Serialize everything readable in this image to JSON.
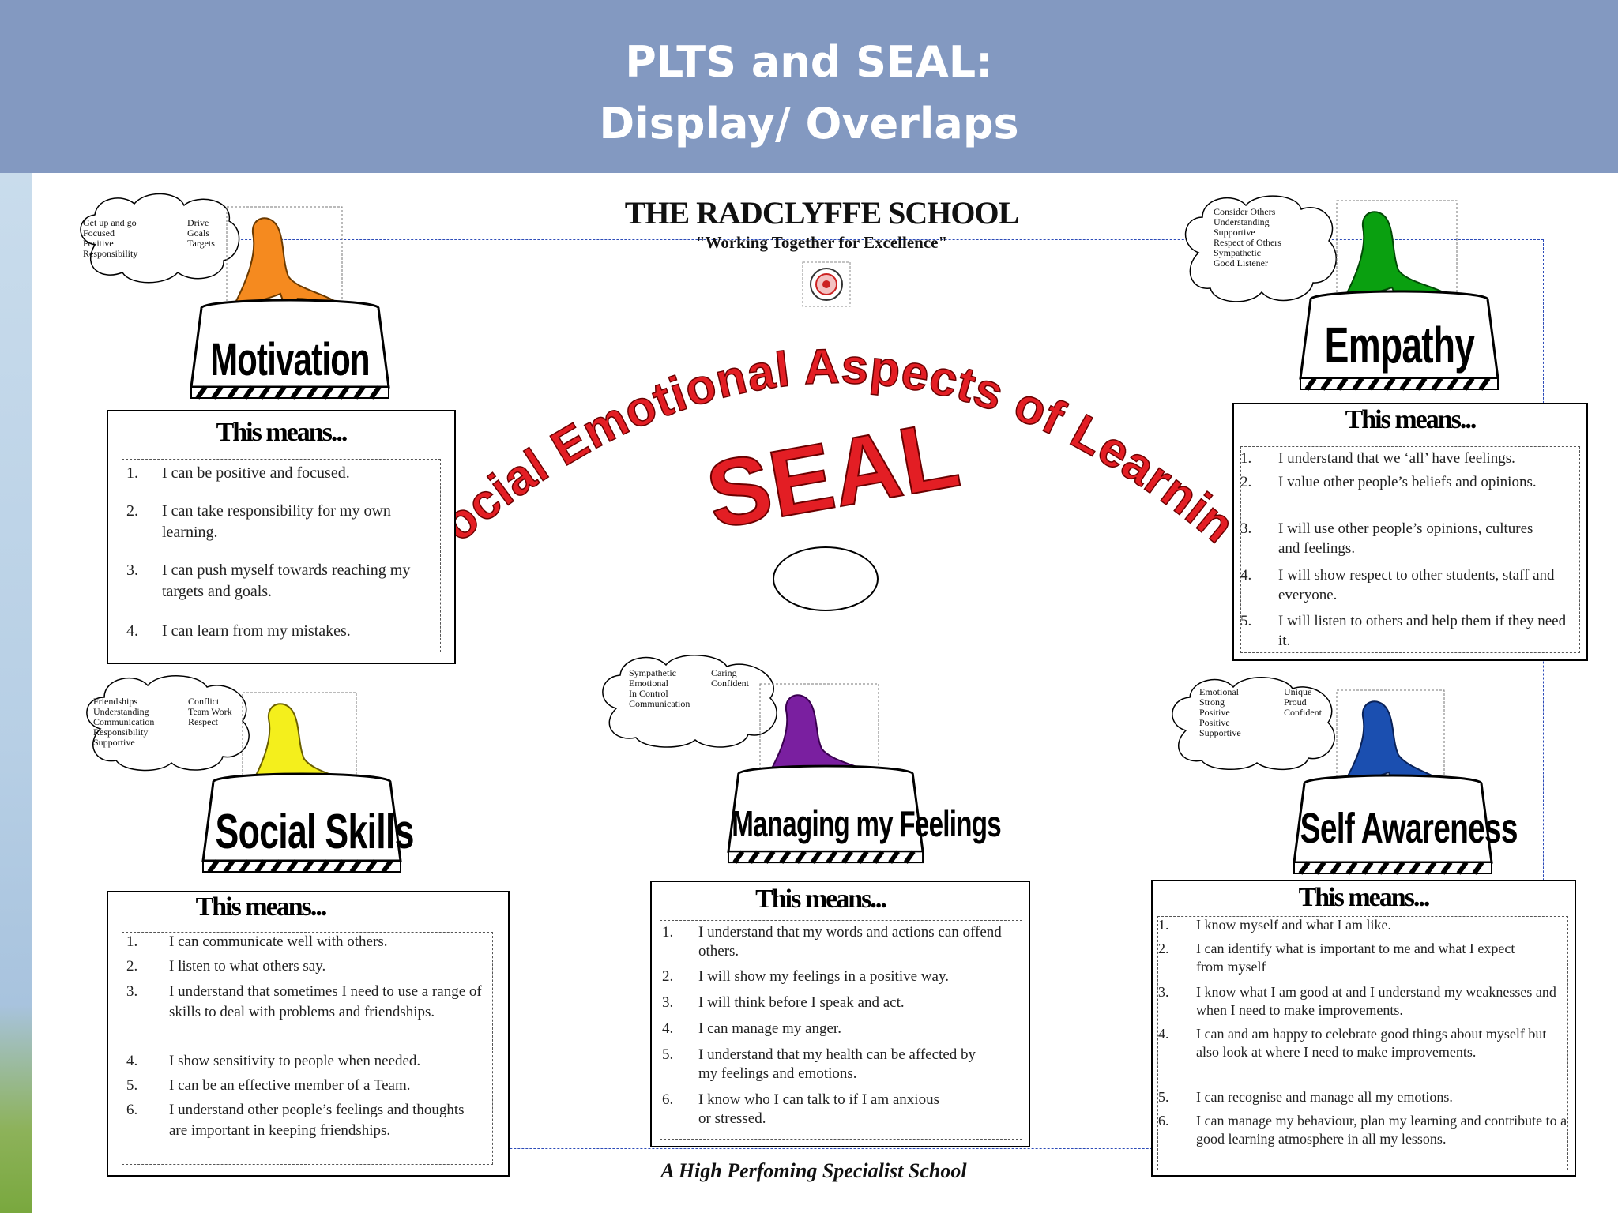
{
  "slide": {
    "title_line1": "PLTS and SEAL:",
    "title_line2": "Display/ Overlaps"
  },
  "poster": {
    "school_name": "THE RADCLYFFE SCHOOL",
    "motto": "\"Working Together for Excellence\"",
    "arc_title": "Social Emotional Aspects of Learning",
    "seal_word": "SEAL",
    "footer": "A High Perfoming Specialist School",
    "title_color": "#e31e24",
    "sections": {
      "motivation": {
        "label": "Motivation",
        "seal_color": "#f58a1f",
        "cloud_col1": [
          "Get up and go",
          "Focused",
          "Positive",
          "Responsibility"
        ],
        "cloud_col2": [
          "Drive",
          "Goals",
          "Targets"
        ],
        "box_title": "This means...",
        "items": [
          {
            "num": "1.",
            "text": "I can be positive and focused."
          },
          {
            "num": "2.",
            "text": "I can take responsibility for my own learning."
          },
          {
            "num": "3.",
            "text": "I can push myself towards reaching my targets and goals."
          },
          {
            "num": "4.",
            "text": "I can learn from my mistakes."
          }
        ]
      },
      "empathy": {
        "label": "Empathy",
        "seal_color": "#0aa010",
        "cloud_col1": [
          "Consider Others",
          "Understanding",
          "Supportive",
          "Respect of Others",
          "Sympathetic",
          "Good Listener"
        ],
        "box_title": "This means...",
        "items": [
          {
            "num": "1.",
            "text": "I understand that we ‘all’ have feelings."
          },
          {
            "num": "2.",
            "text": "I value other people’s beliefs and opinions."
          },
          {
            "num": "3.",
            "text": "I will use other people’s opinions, cultures and feelings."
          },
          {
            "num": "4.",
            "text": "I will show respect to other students, staff and everyone."
          },
          {
            "num": "5.",
            "text": "I will listen to others and help them if they need it."
          }
        ]
      },
      "social_skills": {
        "label": "Social Skills",
        "seal_color": "#f4ef1c",
        "cloud_col1": [
          "Friendships",
          "Understanding",
          "Communication",
          "Responsibility",
          "Supportive"
        ],
        "cloud_col2": [
          "Conflict",
          "Team Work",
          "Respect"
        ],
        "box_title": "This means...",
        "items": [
          {
            "num": "1.",
            "text": "I can communicate well with others."
          },
          {
            "num": "2.",
            "text": "I listen to what others say."
          },
          {
            "num": "3.",
            "text": "I understand that sometimes I need to use a range of skills to deal with problems and friendships."
          },
          {
            "num": "4.",
            "text": "I show sensitivity to people when needed."
          },
          {
            "num": "5.",
            "text": "I can be an effective member of a Team."
          },
          {
            "num": "6.",
            "text": "I understand other people’s feelings and thoughts are important in keeping friendships."
          }
        ]
      },
      "managing_feelings": {
        "label": "Managing my Feelings",
        "seal_color": "#7a1fa0",
        "cloud_col1": [
          "Sympathetic",
          "Emotional",
          "In Control",
          "Communication"
        ],
        "cloud_col2": [
          "Caring",
          "Confident"
        ],
        "box_title": "This means...",
        "items": [
          {
            "num": "1.",
            "text": "I understand that my words and actions can offend others."
          },
          {
            "num": "2.",
            "text": "I will show my feelings in a positive way."
          },
          {
            "num": "3.",
            "text": "I will think before I speak and act."
          },
          {
            "num": "4.",
            "text": "I can manage my anger."
          },
          {
            "num": "5.",
            "text": "I understand that my health can be affected by my feelings and emotions."
          },
          {
            "num": "6.",
            "text": "I know who I can talk to if I am anxious or stressed."
          }
        ]
      },
      "self_awareness": {
        "label": "Self Awareness",
        "seal_color": "#1b4fb0",
        "cloud_col1": [
          "Emotional",
          "Strong",
          "Positive",
          "Positive",
          "Supportive"
        ],
        "cloud_col2": [
          "Unique",
          "Proud",
          "Confident"
        ],
        "box_title": "This means...",
        "items": [
          {
            "num": "1.",
            "text": "I know myself and what I am like."
          },
          {
            "num": "2.",
            "text": "I can identify what is important to me and what I expect from myself"
          },
          {
            "num": "3.",
            "text": "I know what I am good at and I understand my weaknesses and when I need to make improvements."
          },
          {
            "num": "4.",
            "text": "I can and am happy to celebrate good things about myself but also look at where I need to make improvements."
          },
          {
            "num": "5.",
            "text": "I can recognise and manage all my emotions."
          },
          {
            "num": "6.",
            "text": "I can manage my behaviour, plan my learning and contribute to a good learning atmosphere in all my lessons."
          }
        ]
      }
    }
  }
}
